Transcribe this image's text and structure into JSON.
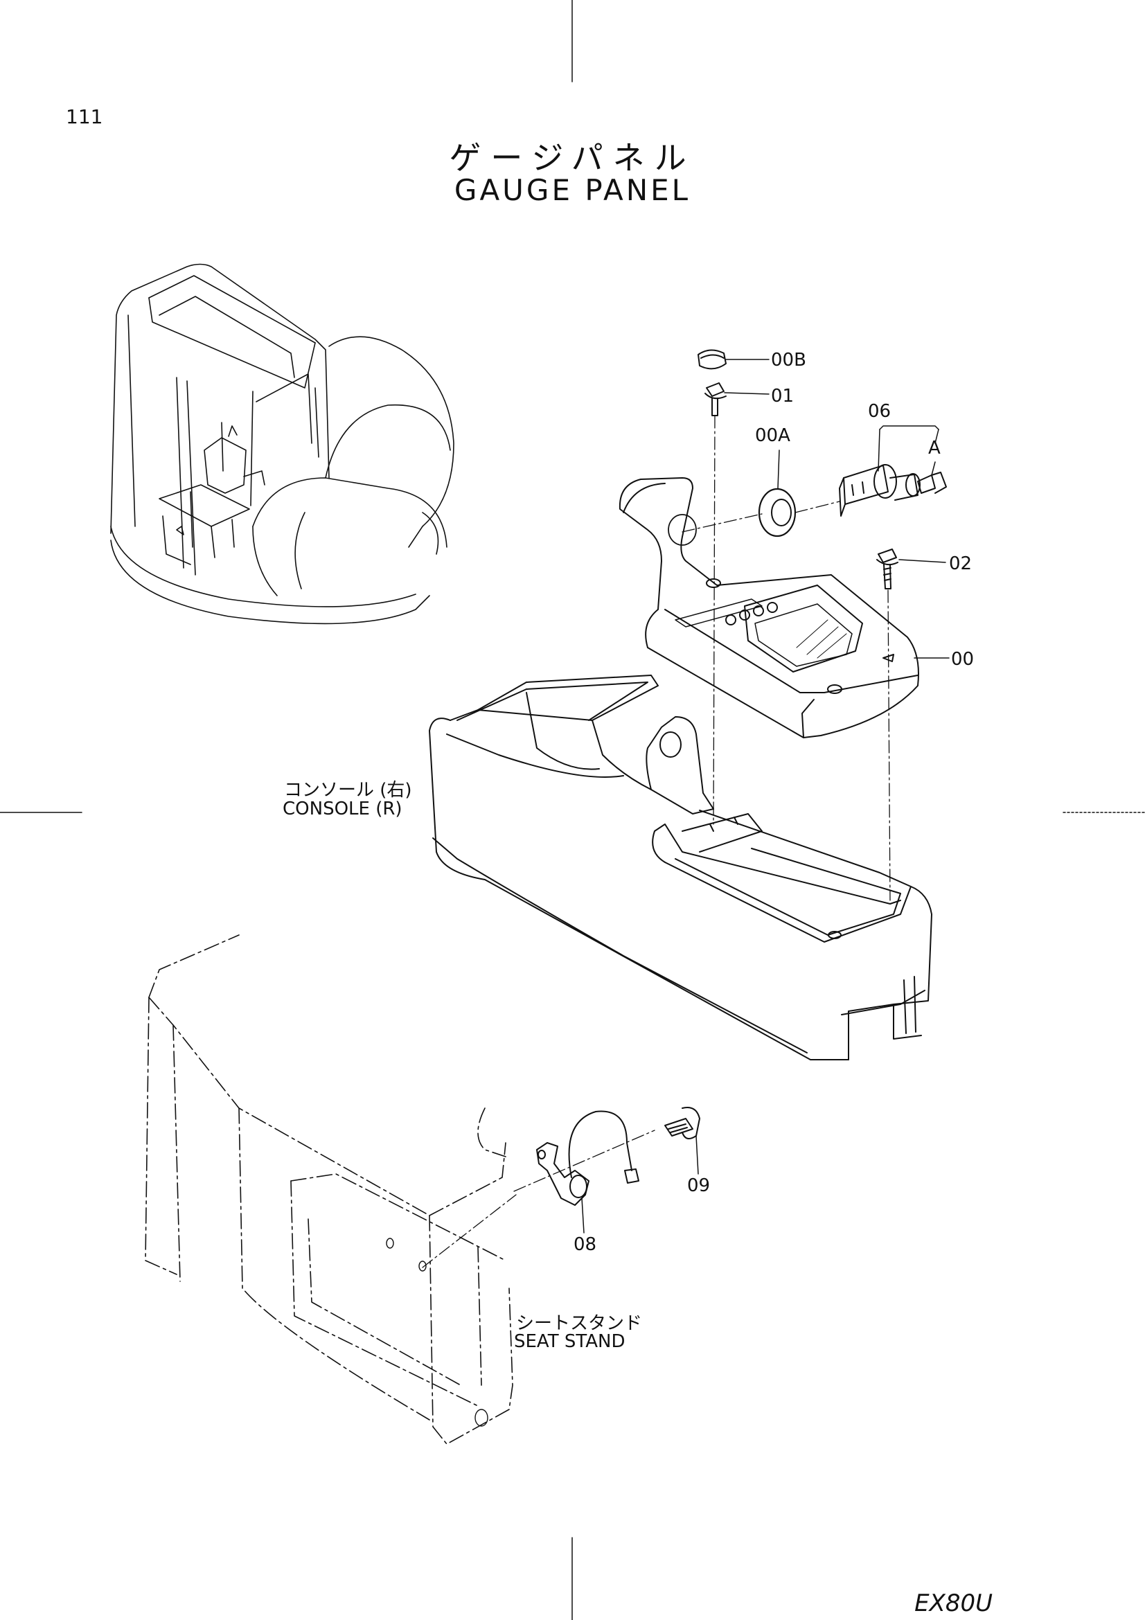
{
  "page_number": "111",
  "title_jp": "ゲージパネル",
  "title_en": "GAUGE PANEL",
  "model": "EX80U",
  "callouts": {
    "c00B": "00B",
    "c01": "01",
    "c06": "06",
    "c00A": "00A",
    "cA": "A",
    "c02": "02",
    "c00": "00",
    "c09": "09",
    "c08": "08"
  },
  "labels": {
    "console_jp": "コンソール (右)",
    "console_en": "CONSOLE (R)",
    "seat_jp": "シートスタンド",
    "seat_en": "SEAT STAND"
  }
}
